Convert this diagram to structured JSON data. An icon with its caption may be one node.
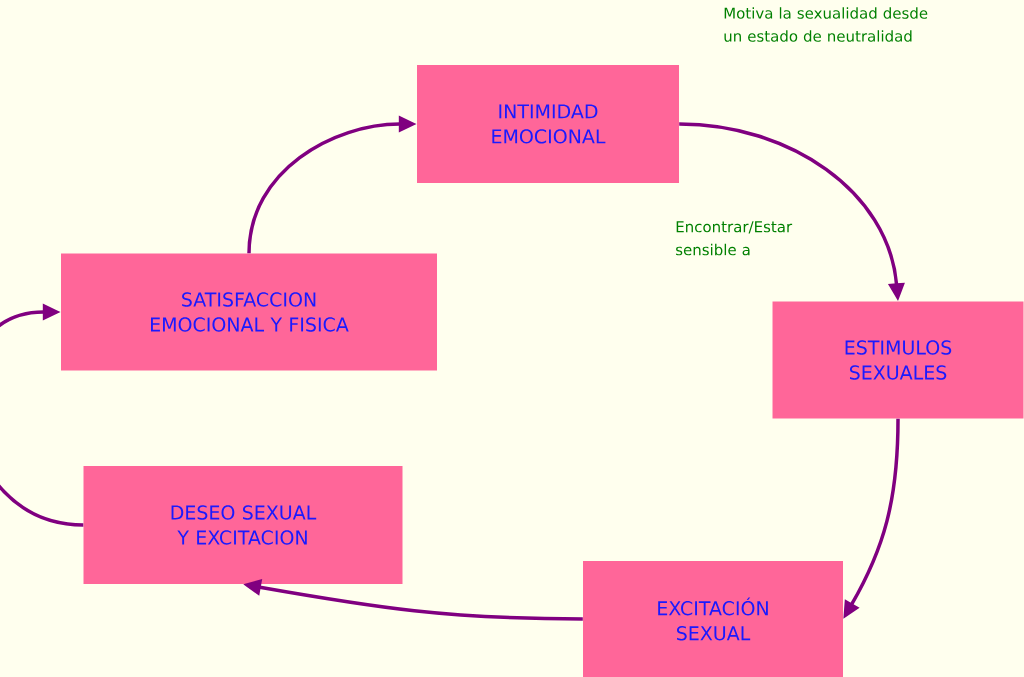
{
  "diagram": {
    "nodes": [
      {
        "text": [
          "INTIMIDAD EMOCIONAL"
        ]
      },
      {
        "text": [
          "ESTIMULOS SEXUALES"
        ]
      },
      {
        "text": [
          "EXCITACIÓN SEXUAL"
        ]
      },
      {
        "text": [
          "DESEO SEXUAL Y EXCITACION"
        ]
      },
      {
        "text": [
          "SATISFACCION EMOCIONAL Y FISICA"
        ]
      }
    ],
    "edges": [
      {
        "from": 0,
        "to": 1,
        "arrow": "to",
        "label": "Encontrar/Estar sensible a"
      },
      {
        "from": 1,
        "to": 2,
        "arrow": "to"
      },
      {
        "from": 2,
        "to": 3,
        "arrow": "to"
      },
      {
        "from": 3,
        "to": 4,
        "arrow": "to"
      },
      {
        "from": 4,
        "to": 0,
        "arrow": "to"
      }
    ],
    "labels": [
      "Motiva la sexualidad desde un estado de neutralidad"
    ]
  }
}
